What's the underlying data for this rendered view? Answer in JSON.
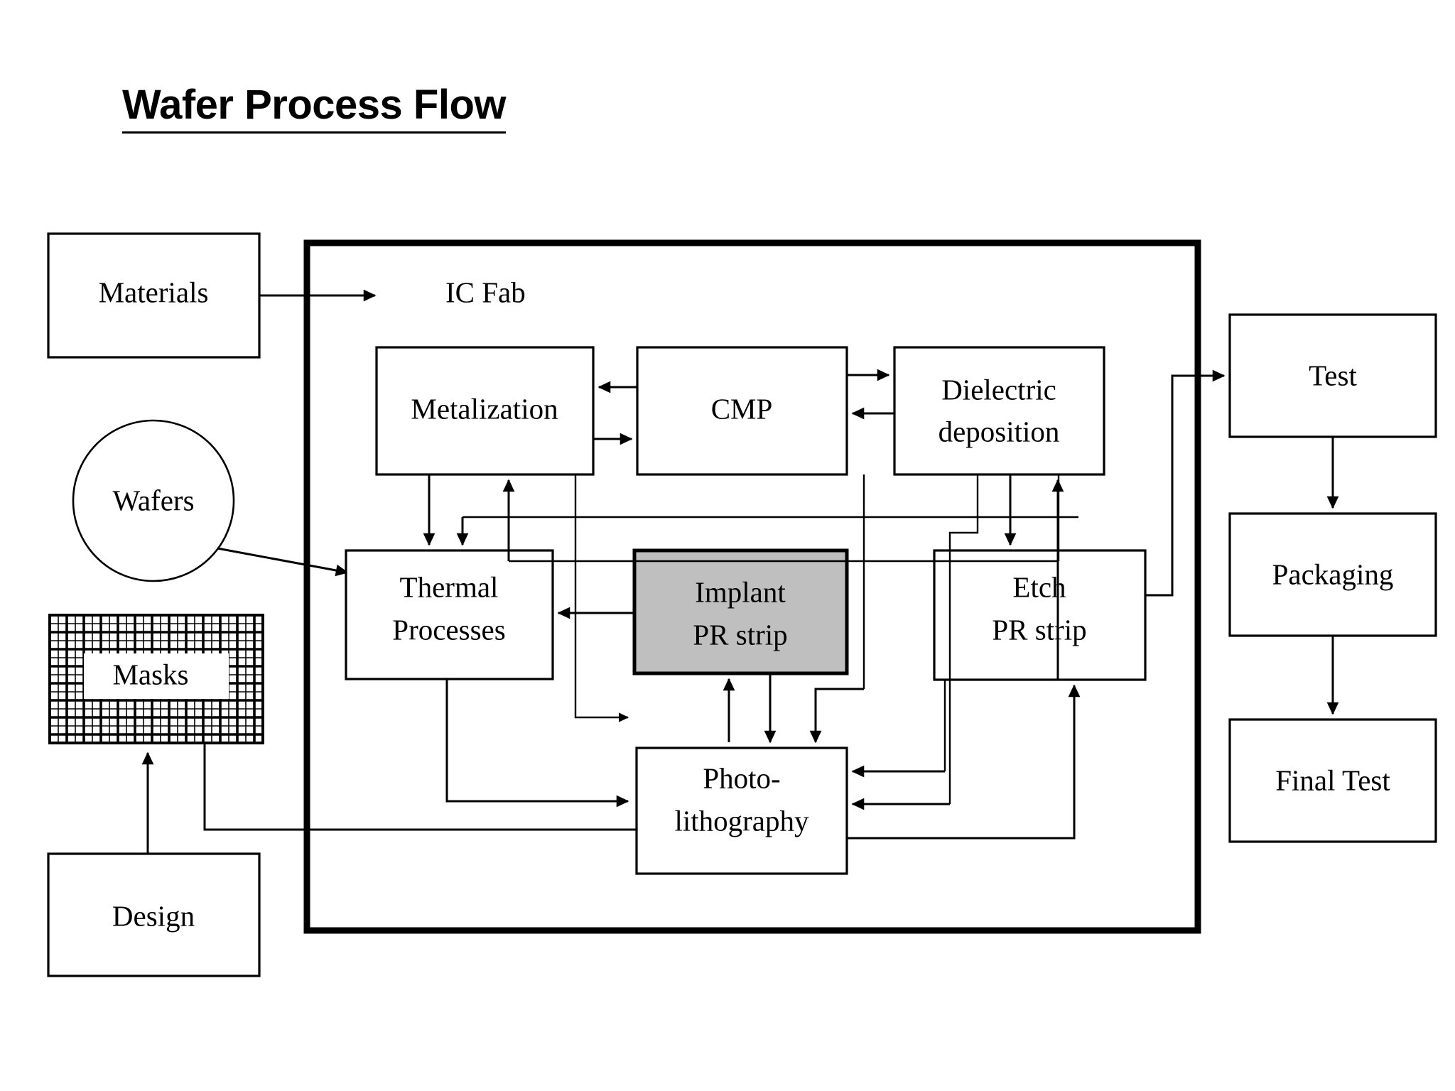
{
  "page": {
    "title": "Wafer Process Flow",
    "background_color": "#ffffff",
    "line_color": "#000000",
    "highlight_fill": "#bfbfbf"
  },
  "inputs": {
    "materials": "Materials",
    "wafers": "Wafers",
    "masks": "Masks",
    "design": "Design"
  },
  "fab": {
    "label": "IC Fab",
    "steps": {
      "metalization": "Metalization",
      "cmp": "CMP",
      "dielectric_deposition_line1": "Dielectric",
      "dielectric_deposition_line2": "deposition",
      "thermal_line1": "Thermal",
      "thermal_line2": "Processes",
      "implant_line1": "Implant",
      "implant_line2": "PR strip",
      "etch_line1": "Etch",
      "etch_line2": "PR strip",
      "photo_line1": "Photo-",
      "photo_line2": "lithography"
    }
  },
  "backend": {
    "test": "Test",
    "packaging": "Packaging",
    "final_test": "Final Test"
  }
}
